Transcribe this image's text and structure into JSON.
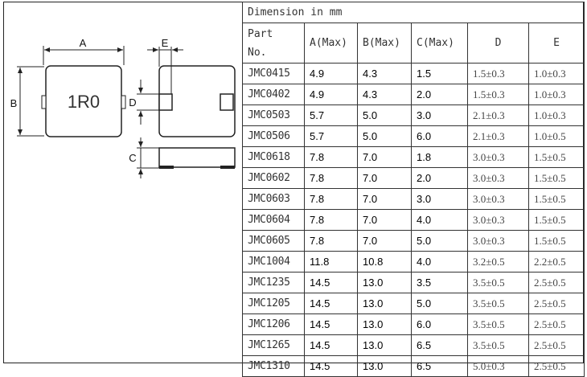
{
  "drawing": {
    "label_a": "A",
    "label_b": "B",
    "label_c": "C",
    "label_d": "D",
    "label_e": "E",
    "marking": "1R0"
  },
  "table": {
    "title": "Dimension in mm",
    "headers": {
      "part": [
        "Part",
        "No."
      ],
      "a": "A(Max)",
      "b": "B(Max)",
      "c": "C(Max)",
      "d": "D",
      "e": "E"
    },
    "rows": [
      {
        "part": "JMC0415",
        "a": "4.9",
        "b": "4.3",
        "c": "1.5",
        "d": "1.5±0.3",
        "e": "1.0±0.3"
      },
      {
        "part": "JMC0402",
        "a": "4.9",
        "b": "4.3",
        "c": "2.0",
        "d": "1.5±0.3",
        "e": "1.0±0.3"
      },
      {
        "part": "JMC0503",
        "a": "5.7",
        "b": "5.0",
        "c": "3.0",
        "d": "2.1±0.3",
        "e": "1.0±0.3"
      },
      {
        "part": "JMC0506",
        "a": "5.7",
        "b": "5.0",
        "c": "6.0",
        "d": "2.1±0.3",
        "e": "1.0±0.5"
      },
      {
        "part": "JMC0618",
        "a": "7.8",
        "b": "7.0",
        "c": "1.8",
        "d": "3.0±0.3",
        "e": "1.5±0.5"
      },
      {
        "part": "JMC0602",
        "a": "7.8",
        "b": "7.0",
        "c": "2.0",
        "d": "3.0±0.3",
        "e": "1.5±0.5"
      },
      {
        "part": "JMC0603",
        "a": "7.8",
        "b": "7.0",
        "c": "3.0",
        "d": "3.0±0.3",
        "e": "1.5±0.5"
      },
      {
        "part": "JMC0604",
        "a": "7.8",
        "b": "7.0",
        "c": "4.0",
        "d": "3.0±0.3",
        "e": "1.5±0.5"
      },
      {
        "part": "JMC0605",
        "a": "7.8",
        "b": "7.0",
        "c": "5.0",
        "d": "3.0±0.3",
        "e": "1.5±0.5"
      },
      {
        "part": "JMC1004",
        "a": "11.8",
        "b": "10.8",
        "c": "4.0",
        "d": "3.2±0.5",
        "e": "2.2±0.5"
      },
      {
        "part": "JMC1235",
        "a": "14.5",
        "b": "13.0",
        "c": "3.5",
        "d": "3.5±0.5",
        "e": "2.5±0.5"
      },
      {
        "part": "JMC1205",
        "a": "14.5",
        "b": "13.0",
        "c": "5.0",
        "d": "3.5±0.5",
        "e": "2.5±0.5"
      },
      {
        "part": "JMC1206",
        "a": "14.5",
        "b": "13.0",
        "c": "6.0",
        "d": "3.5±0.5",
        "e": "2.5±0.5"
      },
      {
        "part": "JMC1265",
        "a": "14.5",
        "b": "13.0",
        "c": "6.5",
        "d": "3.5±0.5",
        "e": "2.5±0.5"
      },
      {
        "part": "JMC1310",
        "a": "14.5",
        "b": "13.0",
        "c": "6.5",
        "d": "5.0±0.3",
        "e": "2.5±0.5"
      }
    ]
  }
}
